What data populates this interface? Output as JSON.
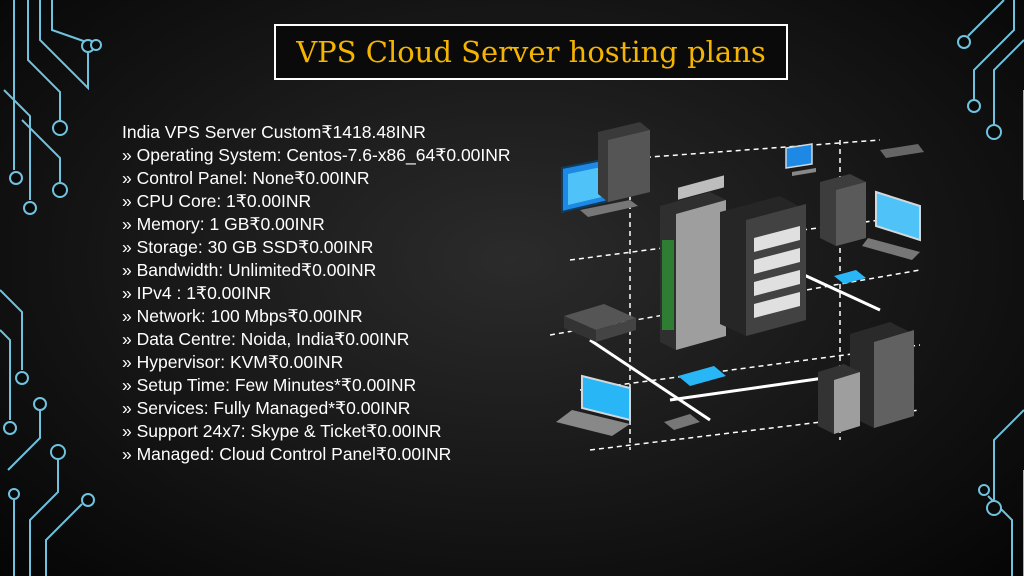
{
  "slide": {
    "title": "VPS Cloud Server hosting plans",
    "header_line": "India VPS Server Custom₹1418.48INR",
    "specs": [
      " » Operating System: Centos-7.6-x86_64₹0.00INR",
      " » Control Panel: None₹0.00INR",
      " » CPU Core: 1₹0.00INR",
      " » Memory: 1 GB₹0.00INR",
      " » Storage: 30 GB SSD₹0.00INR",
      " » Bandwidth: Unlimited₹0.00INR",
      " » IPv4 : 1₹0.00INR",
      " » Network: 100 Mbps₹0.00INR",
      " » Data Centre: Noida, India₹0.00INR",
      " » Hypervisor: KVM₹0.00INR",
      " » Setup Time: Few Minutes*₹0.00INR",
      " » Services: Fully Managed*₹0.00INR",
      " » Support 24x7: Skype & Ticket₹0.00INR",
      " » Managed: Cloud Control Panel₹0.00INR"
    ]
  },
  "colors": {
    "title": "#f5b400",
    "circuit": "#6fc3df",
    "text": "#ffffff"
  }
}
